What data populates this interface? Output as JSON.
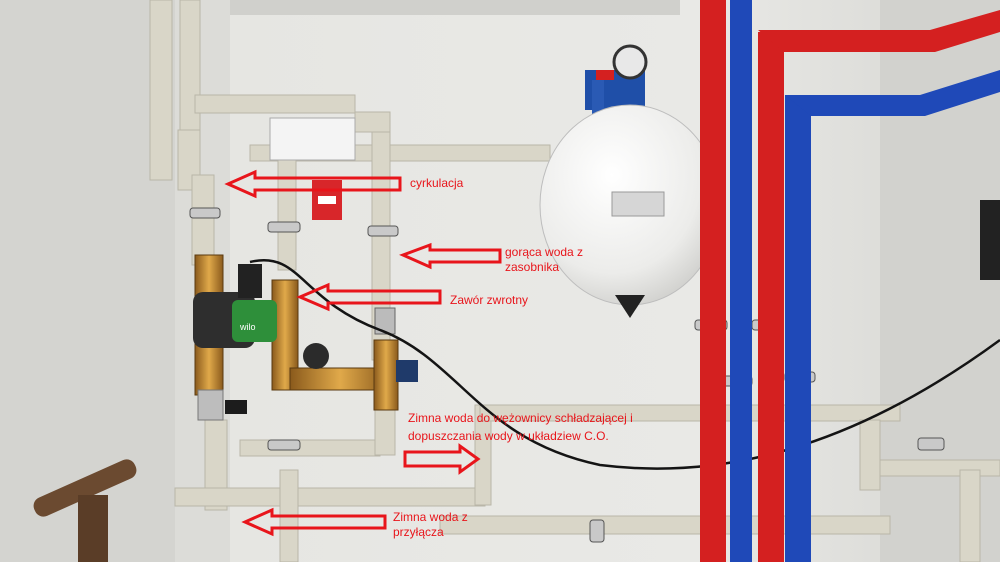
{
  "colors": {
    "annotation": "#e8151b",
    "wall": "#e4e4e0",
    "pipe": "#d9d6c8",
    "hot_pipe": "#d42020",
    "cold_pipe": "#1f49b8",
    "tank": "#f2f2f0",
    "pump": "#2e8f3a"
  },
  "annotations": {
    "circulation": "cyrkulacja",
    "hot_water": "gorąca woda z zasobnika",
    "check_valve": "Zawór zwrotny",
    "cold_coil_line1": "Zimna woda do wężownicy schładzającej i",
    "cold_coil_line2": "dopuszczania wody w układziew C.O.",
    "cold_inlet": "Zimna woda z przyłącza"
  },
  "pump_brand": "wilo"
}
